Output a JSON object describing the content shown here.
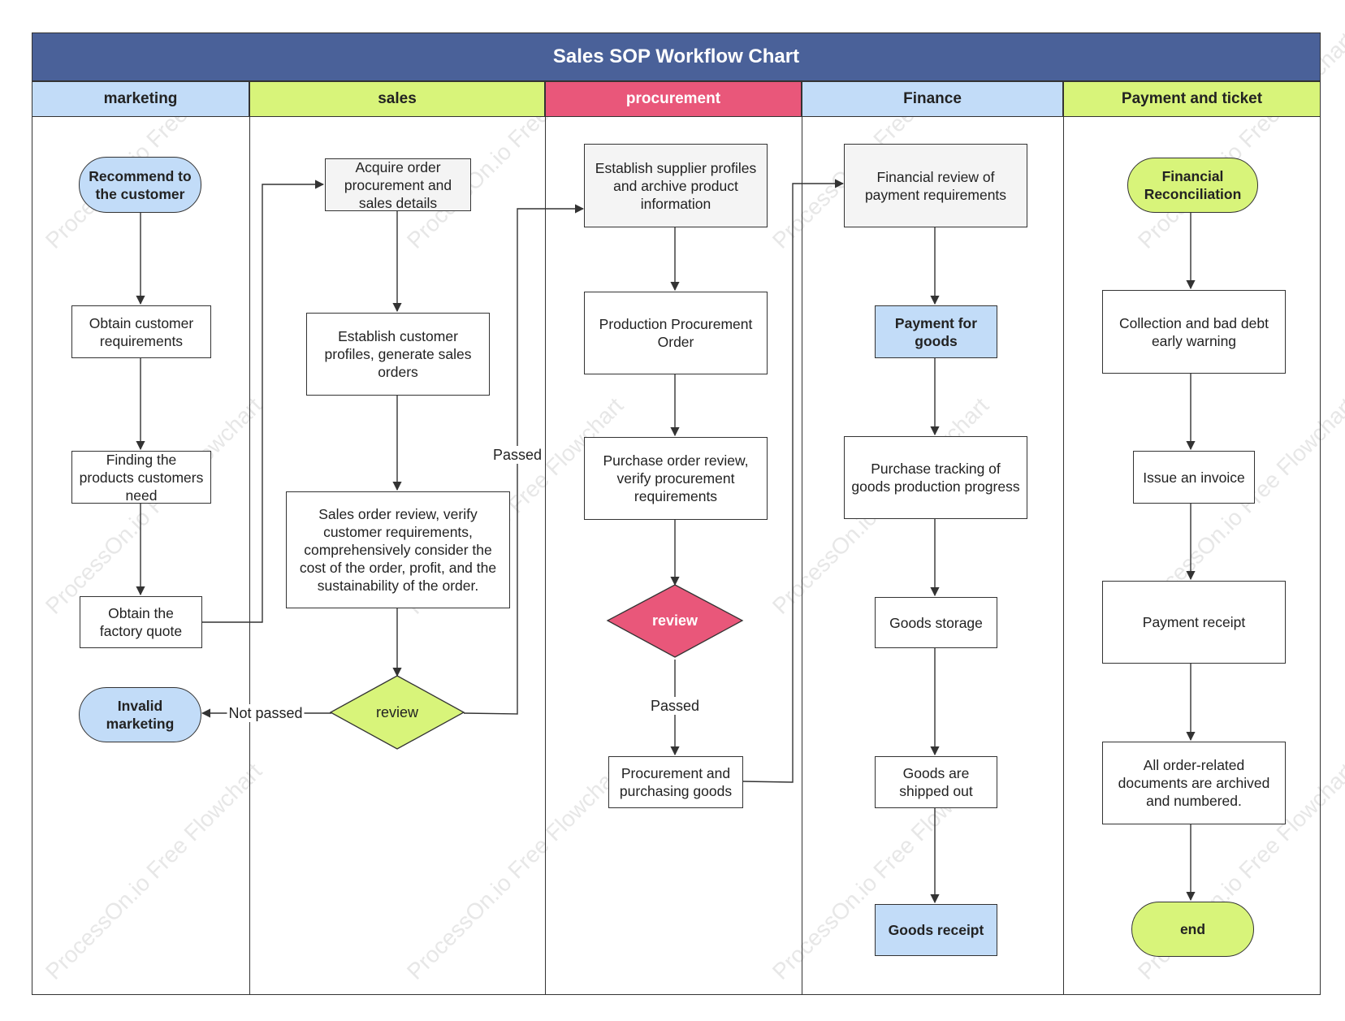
{
  "title": "Sales SOP Workflow Chart",
  "colors": {
    "title_bar": "#4a6199",
    "lane_blue": "#c2dcf8",
    "lane_green": "#d8f47a",
    "lane_red": "#e9577a",
    "node_gray": "#f4f4f4",
    "diamond_green": "#d8f47a",
    "diamond_red": "#e9577a"
  },
  "lanes": [
    {
      "label": "marketing",
      "color": "#c2dcf8"
    },
    {
      "label": "sales",
      "color": "#d8f47a"
    },
    {
      "label": "procurement",
      "color": "#e9577a"
    },
    {
      "label": "Finance",
      "color": "#c2dcf8"
    },
    {
      "label": "Payment and ticket",
      "color": "#d8f47a"
    }
  ],
  "nodes": {
    "m1": "Recommend to the customer",
    "m2": "Obtain customer requirements",
    "m3": "Finding the products customers need",
    "m4": "Obtain the factory quote",
    "m5": "Invalid marketing",
    "s1": "Acquire order procurement and sales details",
    "s2": "Establish customer profiles, generate sales orders",
    "s3": "Sales order review, verify customer requirements, comprehensively consider the cost of the order, profit, and the sustainability of the order.",
    "s4": "review",
    "p1": "Establish supplier profiles and archive product information",
    "p2": "Production Procurement Order",
    "p3": "Purchase order review, verify procurement requirements",
    "p4": "review",
    "p5": "Procurement and purchasing goods",
    "f1": "Financial review of payment requirements",
    "f2": "Payment for goods",
    "f3": "Purchase tracking of goods production progress",
    "f4": "Goods storage",
    "f5": "Goods are shipped out",
    "f6": "Goods receipt",
    "t1": "Financial Reconciliation",
    "t2": "Collection and bad debt early warning",
    "t3": "Issue an invoice",
    "t4": "Payment receipt",
    "t5": "All order-related documents are archived and numbered.",
    "t6": "end"
  },
  "edge_labels": {
    "passed_sales": "Passed",
    "not_passed": "Not passed",
    "passed_procurement": "Passed"
  },
  "watermark": "ProcessOn.io Free Flowchart"
}
